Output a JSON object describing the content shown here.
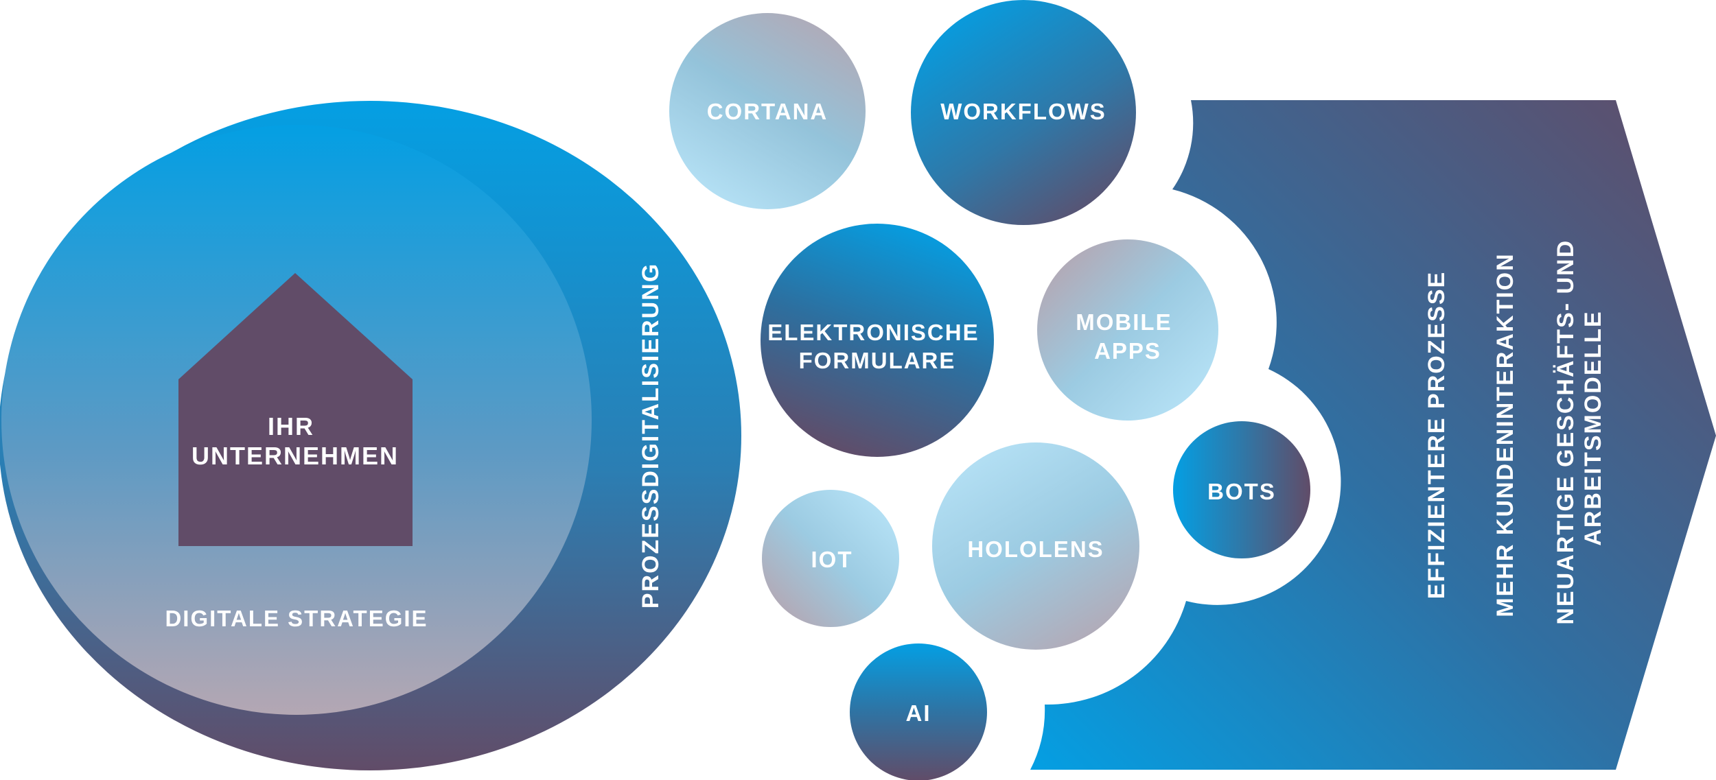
{
  "diagram": {
    "company": {
      "line1": "IHR",
      "line2": "UNTERNEHMEN"
    },
    "strategy": "DIGITALE STRATEGIE",
    "process": "PROZESSDIGITALISIERUNG",
    "bubbles": {
      "cortana": "CORTANA",
      "workflows": "WORKFLOWS",
      "forms": {
        "line1": "ELEKTRONISCHE",
        "line2": "FORMULARE"
      },
      "mobile": {
        "line1": "MOBILE",
        "line2": "APPS"
      },
      "bots": "BOTS",
      "iot": "IOT",
      "hololens": "HOLOLENS",
      "ai": "AI"
    },
    "outcomes": {
      "efficiency": "EFFIZIENTERE PROZESSE",
      "interaction": "MEHR KUNDENINTERAKTION",
      "models": {
        "line1": "NEUARTIGE GESCHÄFTS- UND",
        "line2": "ARBEITSMODELLE"
      }
    }
  },
  "colors": {
    "blue": "#049fe3",
    "plum": "#614c68",
    "light_blue": "#b6e2f6",
    "mauve": "#b4a7b3"
  }
}
